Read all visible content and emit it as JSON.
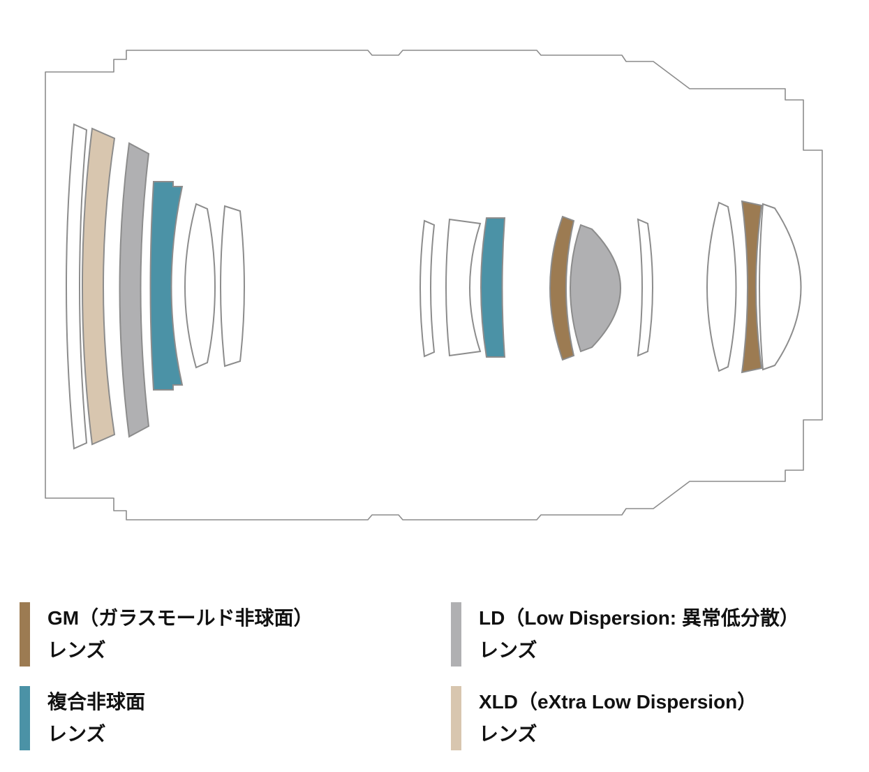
{
  "diagram": {
    "type": "lens-construction-cross-section",
    "colors": {
      "gm_brown": "#9C7B52",
      "hybrid_teal": "#4B92A6",
      "ld_gray": "#B0B0B2",
      "xld_beige": "#D8C6AF",
      "outline_gray": "#8C8C8C",
      "lens_white": "#FFFFFF"
    }
  },
  "legend": {
    "items": [
      {
        "id": "gm",
        "line1": "GM（ガラスモールド非球面）",
        "line2": "レンズ",
        "color": "#9C7B52"
      },
      {
        "id": "ld",
        "line1": "LD（Low Dispersion: 異常低分散）",
        "line2": "レンズ",
        "color": "#B0B0B2"
      },
      {
        "id": "hybrid",
        "line1": "複合非球面",
        "line2": "レンズ",
        "color": "#4B92A6"
      },
      {
        "id": "xld",
        "line1": "XLD（eXtra Low Dispersion）",
        "line2": "レンズ",
        "color": "#D8C6AF"
      }
    ]
  }
}
